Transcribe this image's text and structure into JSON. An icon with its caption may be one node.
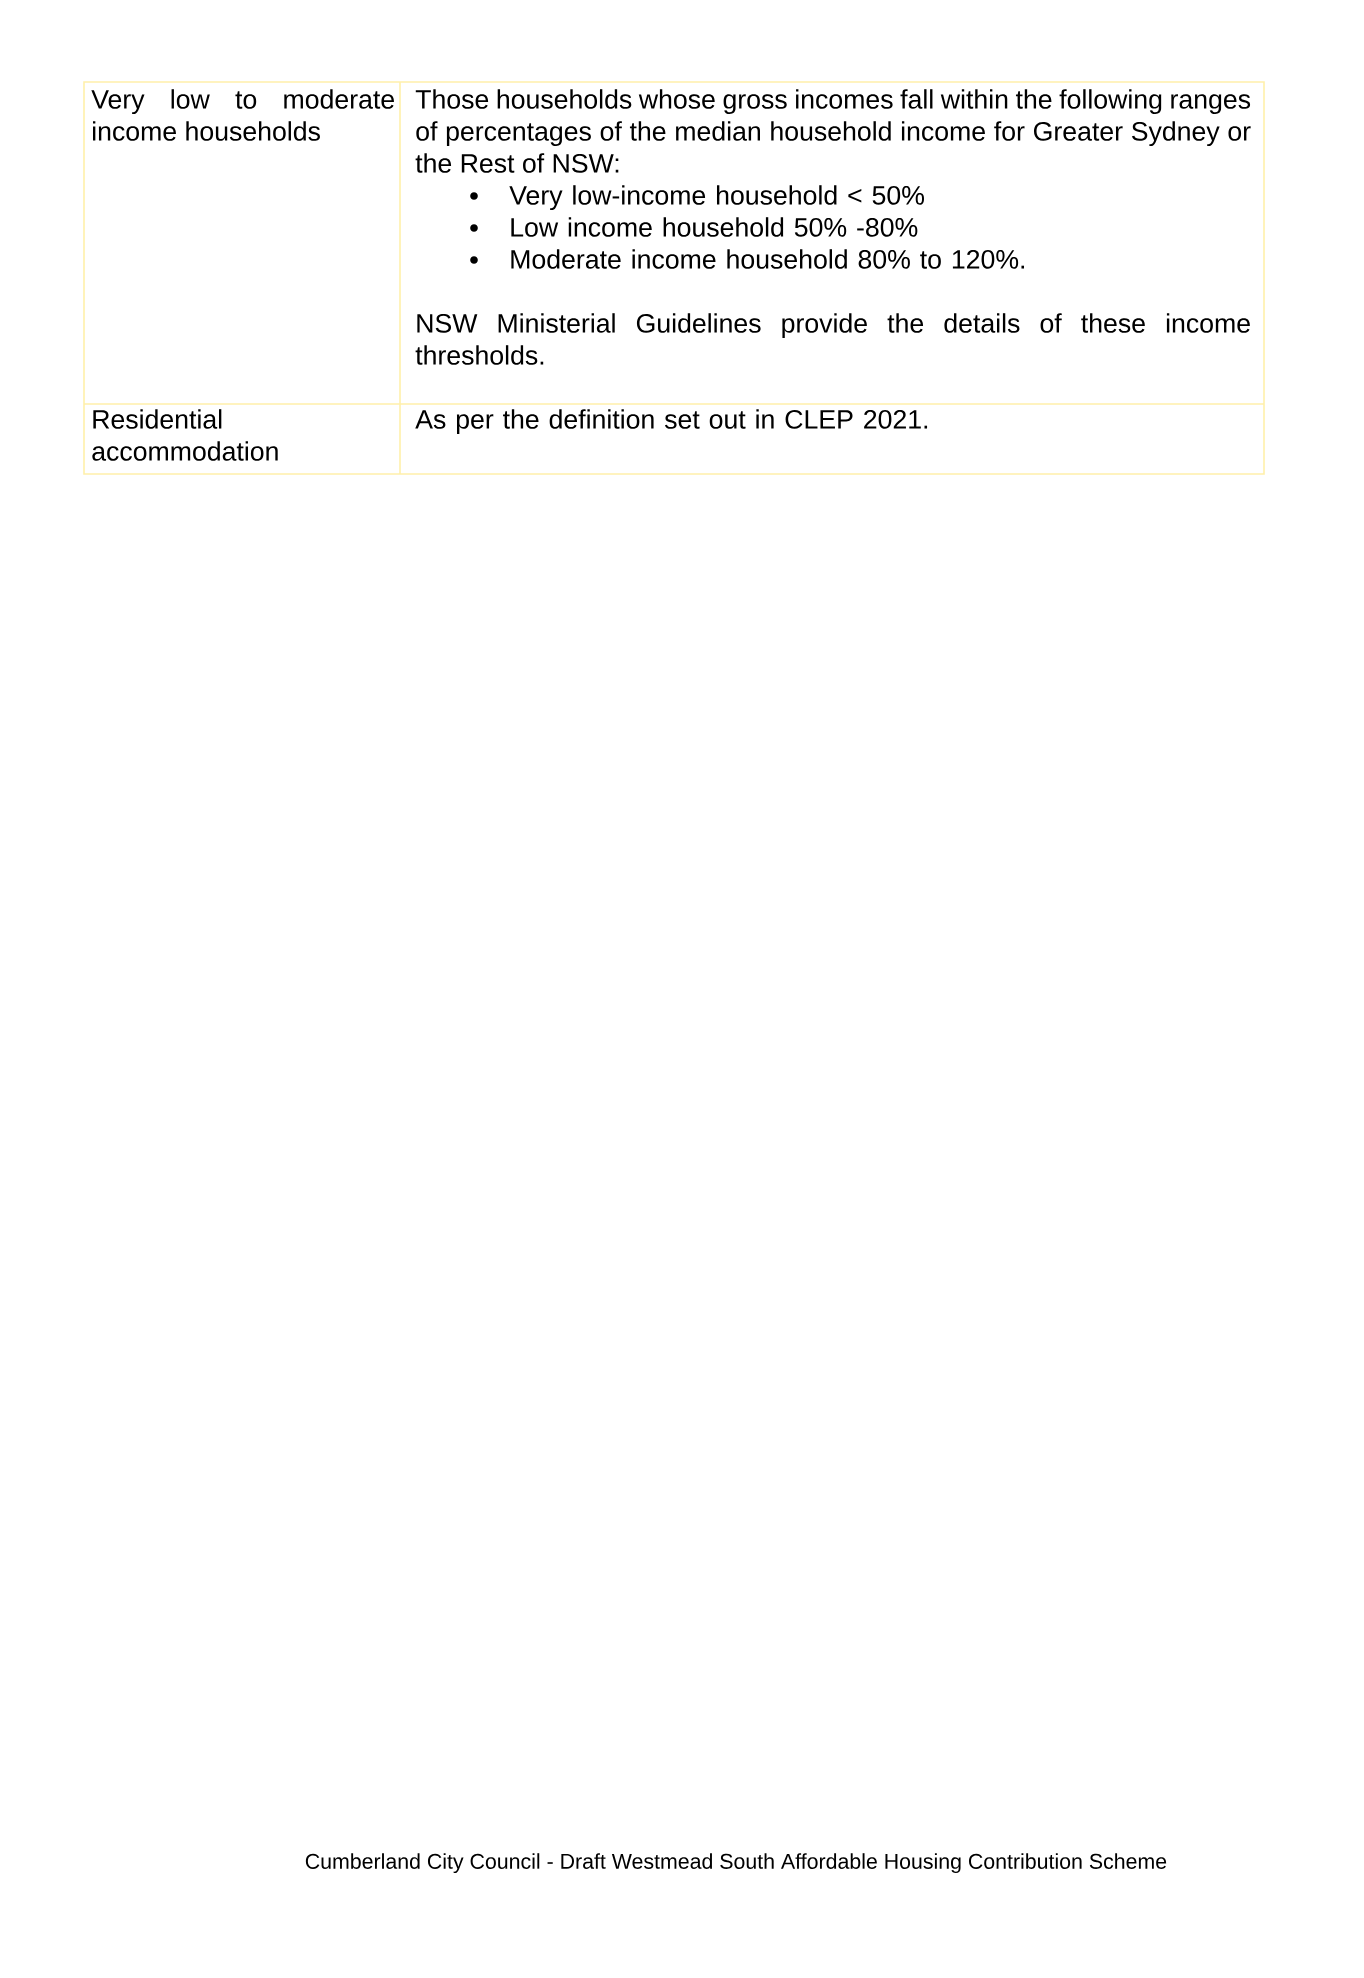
{
  "diagram": {
    "labels": [
      "Very low to moderate income households",
      "Those households whose gross incomes fall within the following ranges of percentages of the median household income for Greater Sydney or the Rest of NSW:",
      "Very low-income household < 50%",
      "Low income household 50% -80%",
      "Moderate income household 80% to 120%.",
      "NSW Ministerial Guidelines provide the details of these income thresholds.",
      "Residential accommodation",
      "As per the definition set out in CLEP 2021.",
      "Cumberland City Council - Draft Westmead South Affordable Housing Contribution Scheme"
    ]
  }
}
